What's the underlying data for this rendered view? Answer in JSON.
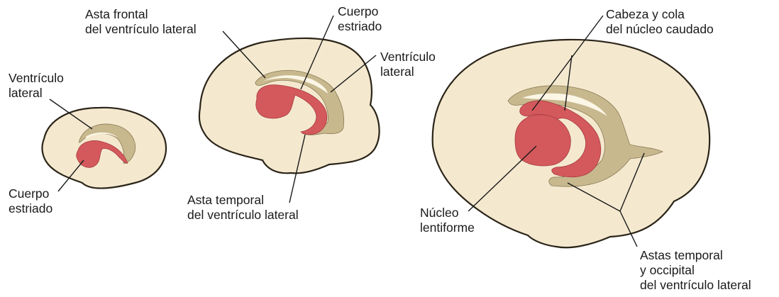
{
  "colors": {
    "brain_fill": "#f4e9cf",
    "brain_stroke": "#2b2418",
    "ventricle_fill": "#c8b88e",
    "ventricle_inner": "#fbf6e6",
    "striatum_fill": "#d4595c",
    "leader_line": "#1a1a1a"
  },
  "labels": {
    "small_ventricle": [
      "Ventrículo",
      "lateral"
    ],
    "small_striatum": [
      "Cuerpo",
      "estriado"
    ],
    "mid_frontal_horn": [
      "Asta frontal",
      "del ventrículo lateral"
    ],
    "mid_striatum": [
      "Cuerpo",
      "estriado"
    ],
    "mid_ventricle": [
      "Ventrículo",
      "lateral"
    ],
    "mid_temporal_horn": [
      "Asta temporal",
      "del ventrículo lateral"
    ],
    "large_caudate": [
      "Cabeza y cola",
      "del núcleo caudado"
    ],
    "large_lentiform": [
      "Núcleo",
      "lentiforme"
    ],
    "large_horns": [
      "Astas temporal",
      "y occipital",
      "del ventrículo lateral"
    ]
  }
}
